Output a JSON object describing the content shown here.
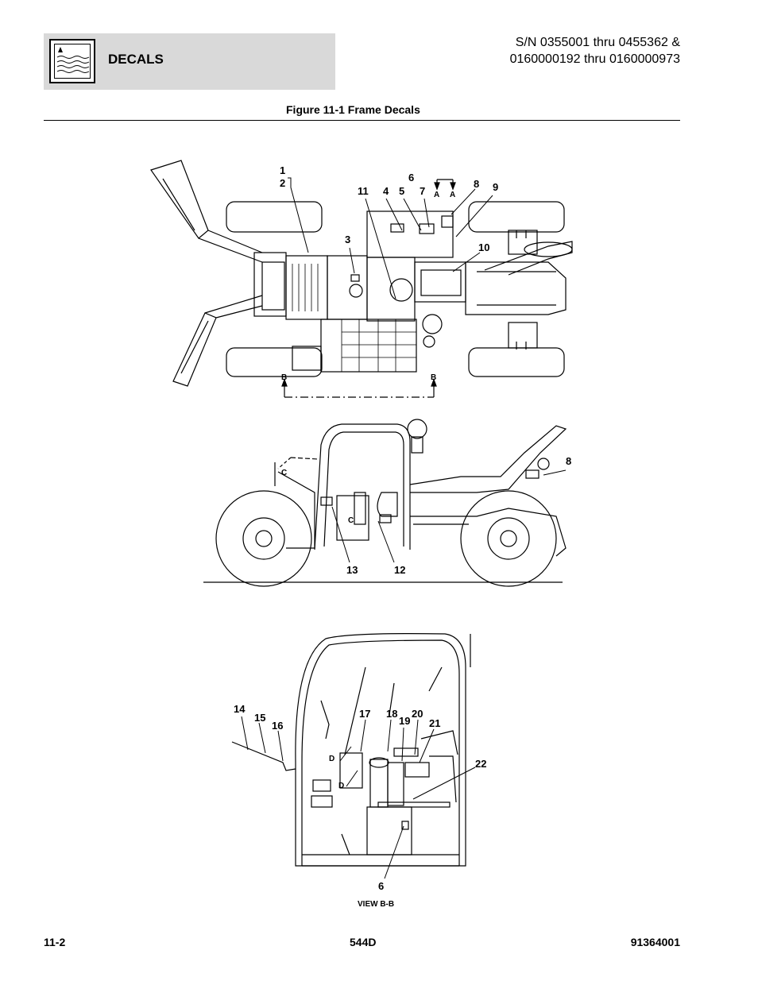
{
  "header": {
    "section_title": "DECALS",
    "serial_line1": "S/N 0355001 thru 0455362 &",
    "serial_line2": "0160000192 thru 0160000973"
  },
  "figure": {
    "title": "Figure 11-1 Frame Decals",
    "view_label": "VIEW B-B",
    "callouts": {
      "c1": "1",
      "c2": "2",
      "c3": "3",
      "c4": "4",
      "c5": "5",
      "c6": "6",
      "c7": "7",
      "c8": "8",
      "c9": "9",
      "c10": "10",
      "c11": "11",
      "c8b": "8",
      "c12": "12",
      "c13": "13",
      "c14": "14",
      "c15": "15",
      "c16": "16",
      "c17": "17",
      "c18": "18",
      "c19": "19",
      "c20": "20",
      "c21": "21",
      "c22": "22",
      "c6b": "6"
    },
    "section_marks": {
      "a1": "A",
      "a2": "A",
      "b1": "B",
      "b2": "B",
      "cc1": "C",
      "cc2": "C",
      "d1": "D",
      "d2": "D"
    }
  },
  "footer": {
    "page": "11-2",
    "model": "544D",
    "doc_number": "91364001"
  }
}
